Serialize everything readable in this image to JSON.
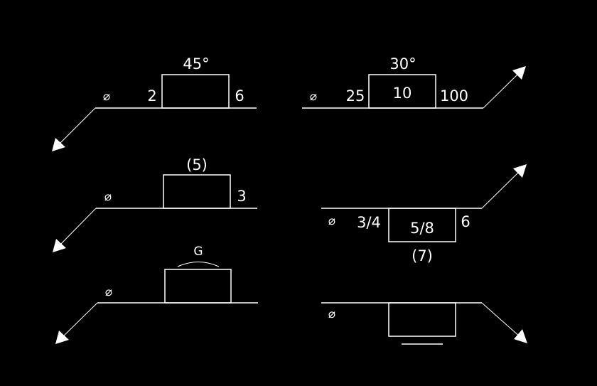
{
  "colors": {
    "background": "#000000",
    "line": "#ffffff"
  },
  "symbols": [
    {
      "all_around": "⌀",
      "left": "2",
      "right": "6",
      "angle": "45°"
    },
    {
      "all_around": "⌀",
      "left": "25",
      "center": "10",
      "right": "100",
      "angle": "30°"
    },
    {
      "all_around": "⌀",
      "right": "3",
      "top": "(5)"
    },
    {
      "all_around": "⌀",
      "left": "3/4",
      "center": "5/8",
      "right": "6",
      "bottom": "(7)"
    },
    {
      "all_around": "⌀",
      "finish": "G"
    },
    {
      "all_around": "⌀"
    }
  ]
}
